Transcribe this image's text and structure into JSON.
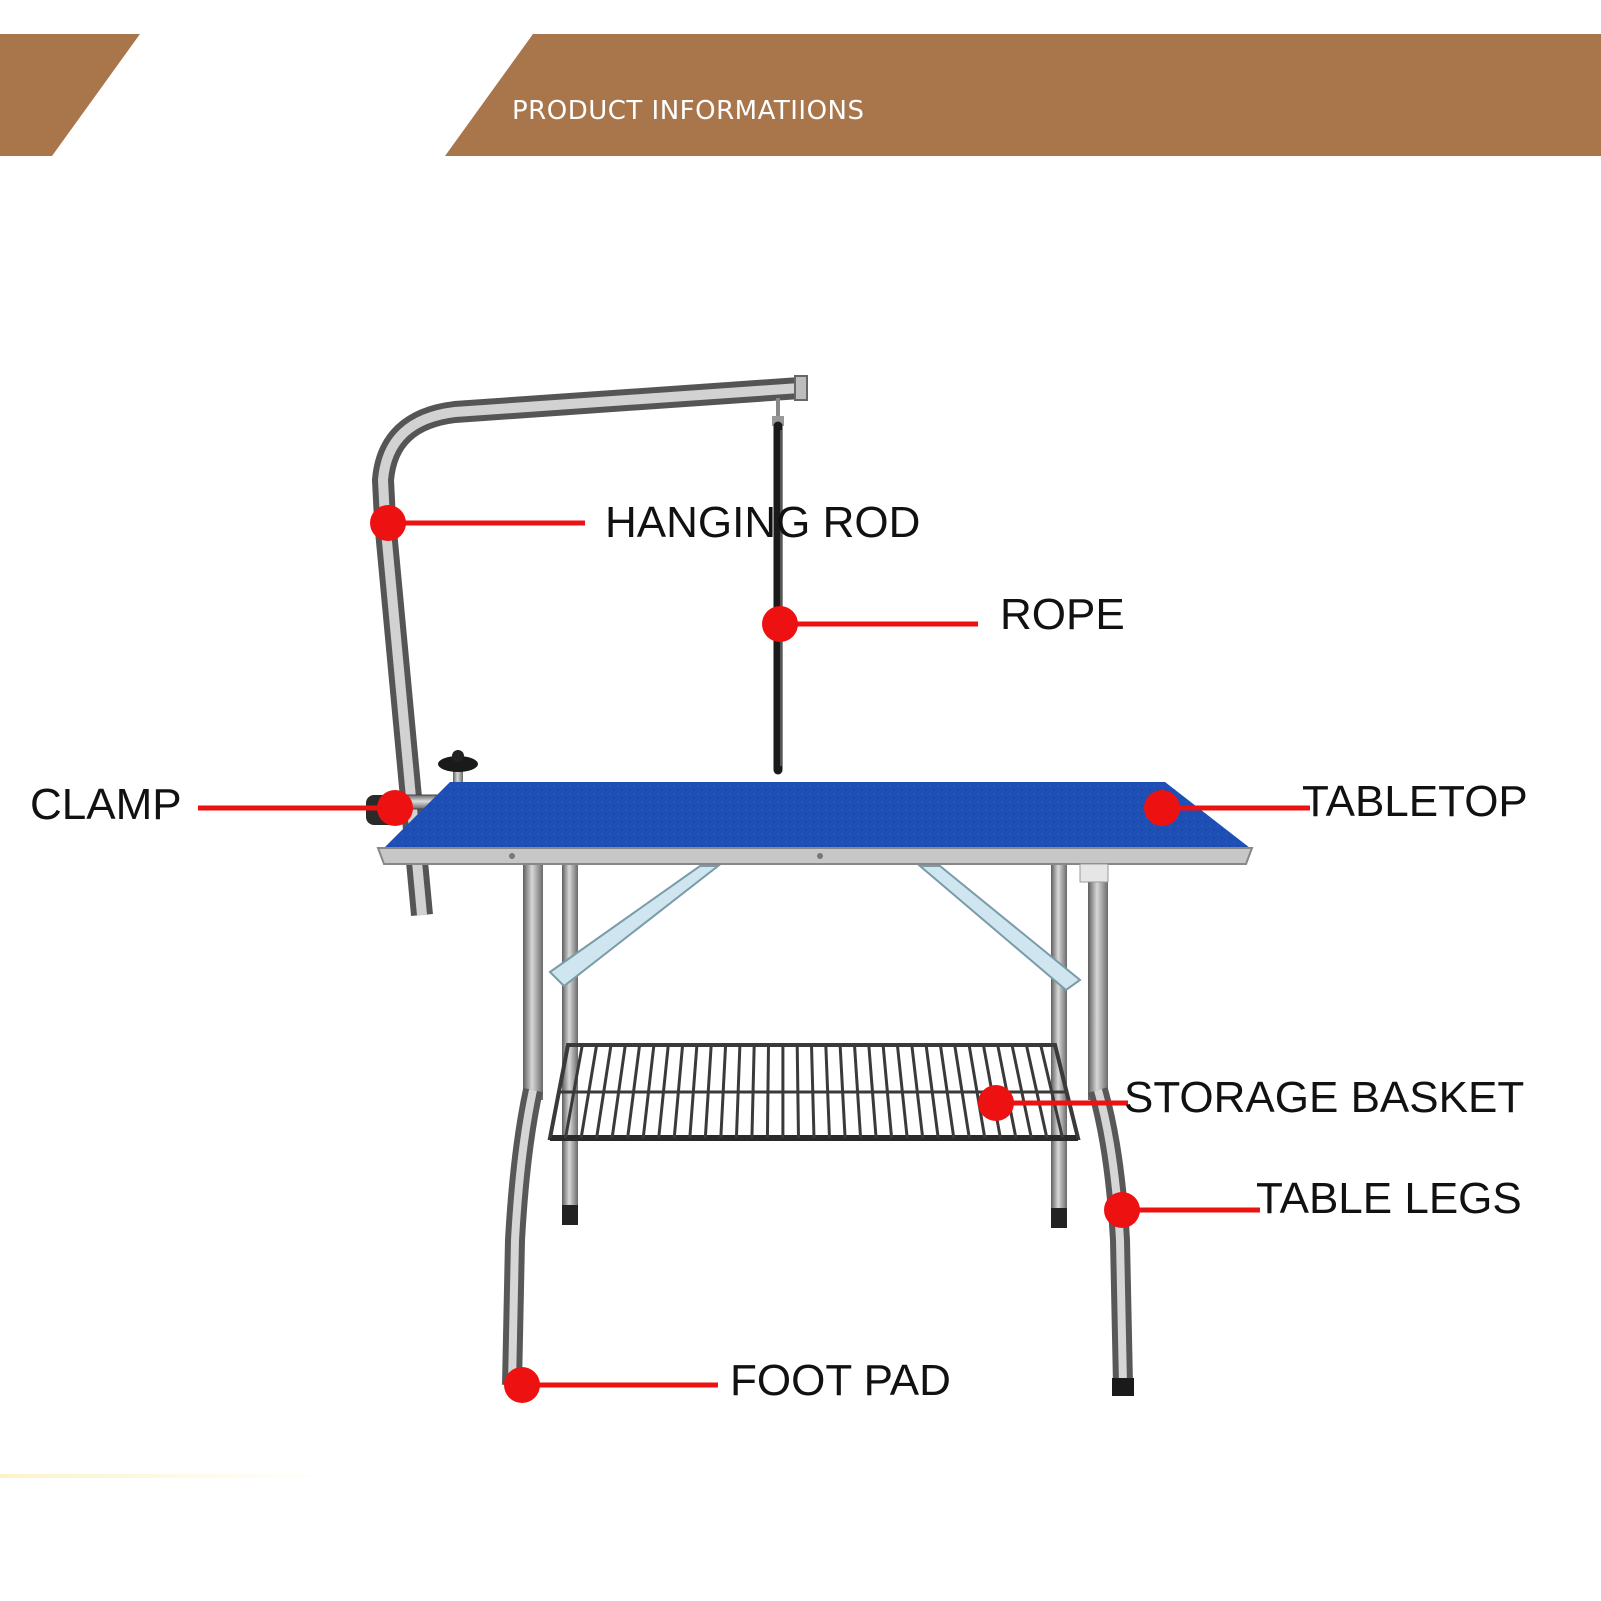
{
  "header": {
    "title": "PRODUCT INFORMATIIONS",
    "band_color": "#a9764c"
  },
  "product": {
    "tabletop_color": "#1e4fb4",
    "frame_color": "#9a9a9a"
  },
  "callouts": {
    "color": "#ee1111",
    "hanging_rod": "HANGING ROD",
    "rope": "ROPE",
    "clamp": "CLAMP",
    "tabletop": "TABLETOP",
    "storage_basket": "STORAGE BASKET",
    "table_legs": "TABLE LEGS",
    "foot_pad": "FOOT PAD"
  }
}
